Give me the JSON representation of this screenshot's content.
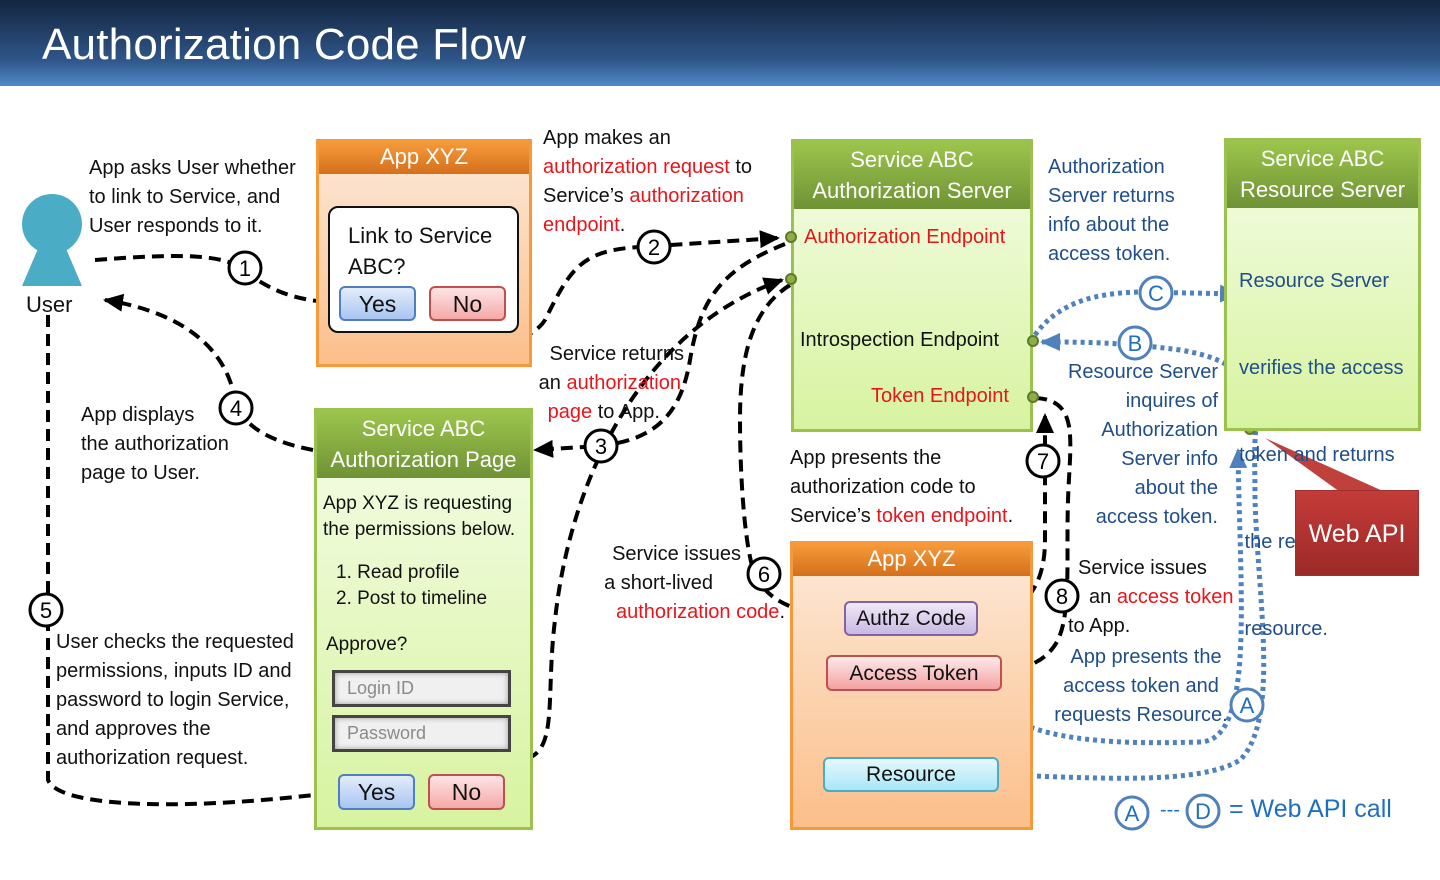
{
  "header": {
    "title": "Authorization Code Flow"
  },
  "actors": {
    "user_label": "User"
  },
  "app_top": {
    "title": "App XYZ",
    "dialog_question_line1": "Link to Service",
    "dialog_question_line2": "ABC?",
    "yes_label": "Yes",
    "no_label": "No"
  },
  "auth_server": {
    "title_line1": "Service ABC",
    "title_line2": "Authorization Server",
    "authorization_endpoint": "Authorization Endpoint",
    "introspection_endpoint": "Introspection Endpoint",
    "token_endpoint": "Token Endpoint"
  },
  "resource_server": {
    "title_line1": "Service ABC",
    "title_line2": "Resource Server",
    "desc": [
      "Resource Server",
      "verifies the access",
      "token and returns",
      " the requested",
      " resource."
    ]
  },
  "auth_page": {
    "title_line1": "Service ABC",
    "title_line2": "Authorization Page",
    "intro_line1": "App XYZ is requesting",
    "intro_line2": "the permissions below.",
    "permissions": [
      "1. Read profile",
      "2. Post to timeline"
    ],
    "approve_label": "Approve?",
    "login_placeholder": "Login ID",
    "password_placeholder": "Password",
    "yes_label": "Yes",
    "no_label": "No"
  },
  "app_bottom": {
    "title": "App XYZ",
    "authz_code": "Authz Code",
    "access_token": "Access Token",
    "resource": "Resource"
  },
  "web_api_label": "Web API",
  "steps": {
    "s1": {
      "num": "1",
      "text": [
        "App asks User whether",
        "to link to Service, and",
        "User responds to it."
      ]
    },
    "s2": {
      "num": "2",
      "line1": "App makes an",
      "line2_red": "authorization request",
      "line2_rest": " to",
      "line3_pre": "Service’s ",
      "line3_red": "authorization",
      "line4_red": "endpoint",
      "line4_rest": "."
    },
    "s3": {
      "num": "3",
      "line1": "Service returns",
      "line2_pre": "an ",
      "line2_red": "authorization",
      "line3_red": "page",
      "line3_rest": " to App."
    },
    "s4": {
      "num": "4",
      "text": [
        "App displays",
        "the authorization",
        "page to User."
      ]
    },
    "s5": {
      "num": "5",
      "text": [
        "User checks the requested",
        "permissions, inputs ID and",
        "password to login Service,",
        "and approves the",
        "authorization request."
      ]
    },
    "s6": {
      "num": "6",
      "line1": "Service issues",
      "line2": "a short-lived",
      "line3_red": "authorization code",
      "line3_rest": "."
    },
    "s7": {
      "num": "7",
      "line1": "App presents the",
      "line2": "authorization code to",
      "line3_pre": "Service’s ",
      "line3_red": "token endpoint",
      "line3_rest": "."
    },
    "s8": {
      "num": "8",
      "line1": "Service issues",
      "line2_pre": "an ",
      "line2_red": "access token",
      "line3": "to App."
    }
  },
  "api_calls": {
    "A": {
      "label": "A",
      "text": [
        "App presents the",
        "access token and",
        "requests Resource."
      ]
    },
    "B": {
      "label": "B",
      "text": [
        "Resource Server",
        "inquires of",
        "Authorization",
        "Server info",
        "about the",
        "access token."
      ]
    },
    "C": {
      "label": "C",
      "text": [
        "Authorization",
        "Server returns",
        "info about the",
        "access token."
      ]
    },
    "D": {
      "label": "D"
    }
  },
  "legend": {
    "from": "A",
    "separator": "---",
    "to": "D",
    "text": "= Web API call"
  },
  "colors": {
    "header_dark": "#142640",
    "header_light": "#5089c9",
    "orange": "#f59a3c",
    "green": "#9bc24e",
    "red_text": "#e8151b",
    "blue_text": "#1f4e8a",
    "api_blue": "#4f81bd",
    "web_api_red": "#b03432",
    "user_teal": "#4bacc6"
  }
}
